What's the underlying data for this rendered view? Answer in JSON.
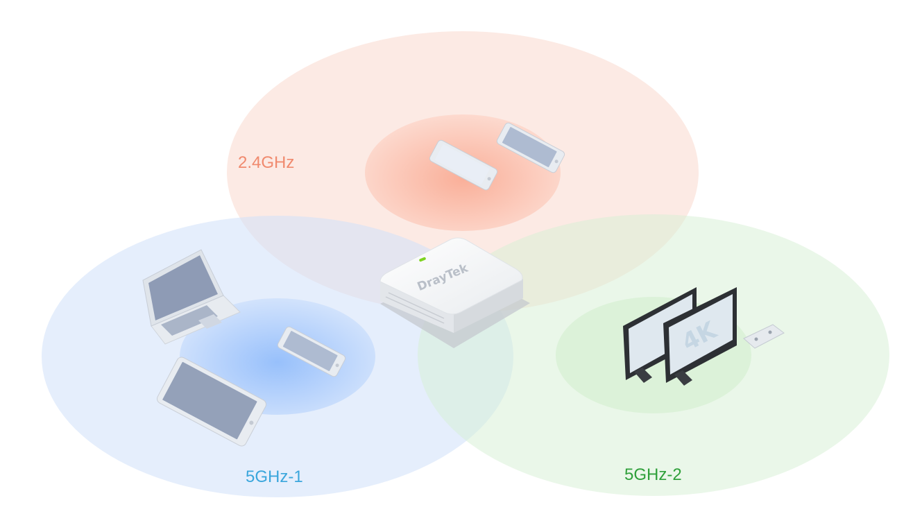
{
  "bands": [
    {
      "id": "band-24",
      "label": "2.4GHz",
      "color": "#f08a6e"
    },
    {
      "id": "band-5a",
      "label": "5GHz-1",
      "color": "#3aa6dc"
    },
    {
      "id": "band-5b",
      "label": "5GHz-2",
      "color": "#2fa03a"
    }
  ],
  "router": {
    "brand": "DrayTek",
    "led_color": "#7ed321"
  },
  "devices": {
    "band_24": [
      "smartphone",
      "smartphone"
    ],
    "band_5a": [
      "laptop",
      "smartphone",
      "tablet"
    ],
    "band_5b": [
      "television",
      "television",
      "game-controller"
    ]
  },
  "tv_screen_text": "4K"
}
